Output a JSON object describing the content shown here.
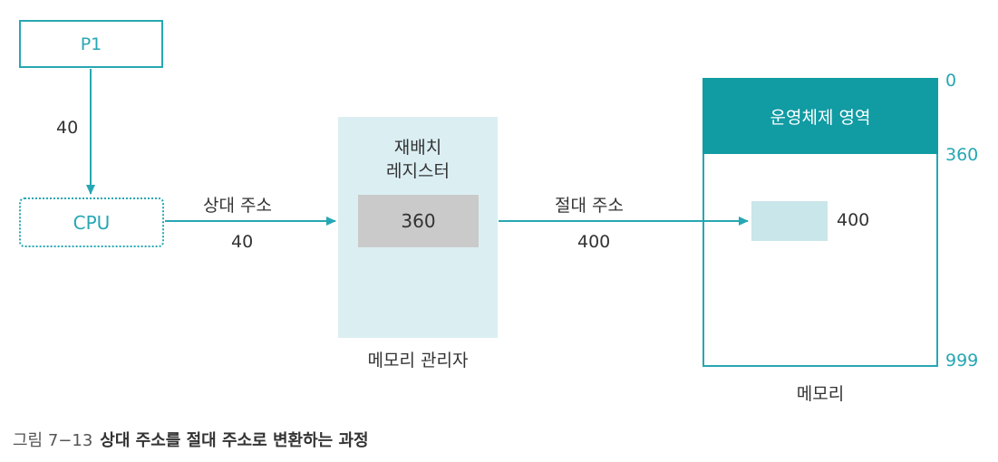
{
  "p1": {
    "label": "P1"
  },
  "cpu": {
    "label": "CPU"
  },
  "p1_to_cpu": {
    "value": "40"
  },
  "relative_address": {
    "label": "상대 주소",
    "value": "40"
  },
  "absolute_address": {
    "label": "절대 주소",
    "value": "400"
  },
  "memory_manager": {
    "register_title_line1": "재배치",
    "register_title_line2": "레지스터",
    "register_value": "360",
    "label": "메모리 관리자"
  },
  "memory": {
    "os_region_label": "운영체제 영역",
    "cell_value": "400",
    "addresses": {
      "start": "0",
      "os_end": "360",
      "end": "999"
    },
    "label": "메모리"
  },
  "caption": {
    "number": "그림 7−13",
    "text": "상대 주소를 절대 주소로 변환하는 과정"
  },
  "colors": {
    "accent": "#27a7b3",
    "os_region": "#119ba3",
    "panel": "#dbeff3",
    "register": "#cacaca",
    "cell": "#c9e6ea"
  }
}
